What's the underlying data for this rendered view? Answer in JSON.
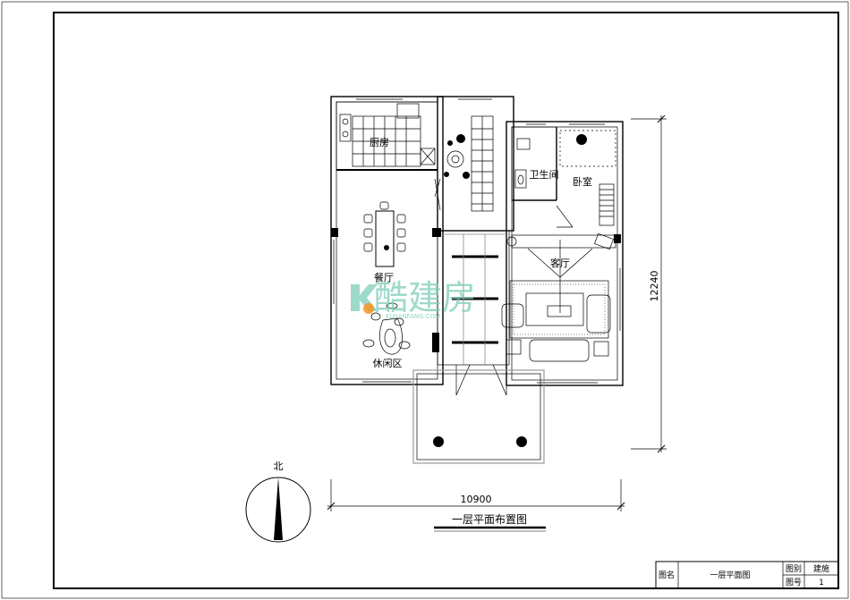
{
  "plan": {
    "title": "一层平面布置图",
    "rooms": {
      "kitchen": "厨房",
      "bathroom": "卫生间",
      "bedroom": "卧室",
      "living": "客厅",
      "dining": "餐厅",
      "leisure": "休闲区"
    },
    "dim_width": "10900",
    "dim_height": "12240",
    "north": "北"
  },
  "watermark": {
    "brand": "酷建房",
    "url": "KUJIANFANG.COM"
  },
  "title_block": {
    "name_label": "图名",
    "name_value": "一层平面图",
    "category_label": "图别",
    "category_value": "建施",
    "number_label": "图号",
    "number_value": "1"
  }
}
